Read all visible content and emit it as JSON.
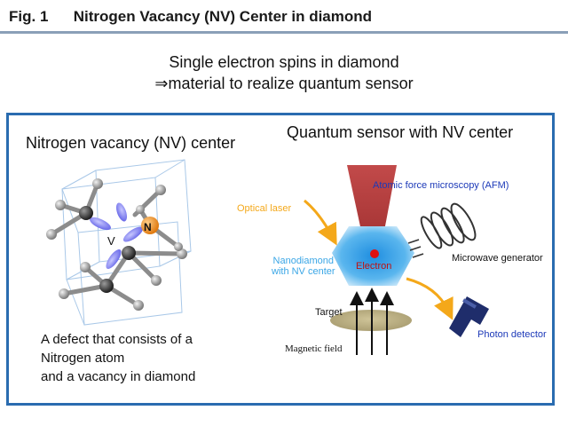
{
  "header": {
    "fig_label": "Fig. 1",
    "title": "Nitrogen Vacancy (NV) Center in diamond"
  },
  "intro": {
    "line1": "Single electron spins in diamond",
    "line2": "⇒material to realize quantum sensor"
  },
  "left_panel": {
    "heading": "Nitrogen vacancy (NV) center",
    "atom_n": "N",
    "atom_v": "V",
    "desc_line1": "A defect that consists of a",
    "desc_line2": "Nitrogen atom",
    "desc_line3": "and a vacancy in diamond"
  },
  "right_panel": {
    "heading": "Quantum sensor with NV center",
    "afm": "Atomic force microscopy (AFM)",
    "laser": "Optical laser",
    "nano1": "Nanodiamond",
    "nano2": "with NV center",
    "electron": "Electron",
    "microwave": "Microwave generator",
    "target": "Target",
    "photon": "Photon detector",
    "magnetic": "Magnetic field"
  },
  "colors": {
    "accent_blue": "#2a6cb0",
    "afm_red": "#b84545",
    "laser_orange": "#f4a81a",
    "nano_blue": "#3aa6e6",
    "detector_navy": "#1f2d6b",
    "target_khaki": "#b8ad82",
    "electron_red": "#e01010",
    "nitrogen_orange": "#f08c1e"
  },
  "icons": [
    "microwave-coil-icon",
    "photon-detector-icon",
    "arrow-icon"
  ]
}
